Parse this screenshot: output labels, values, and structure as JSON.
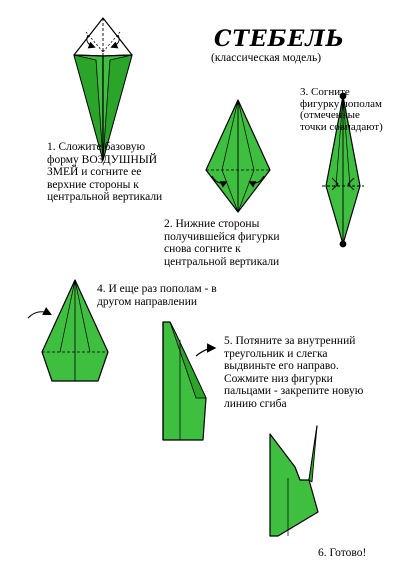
{
  "title": "СТЕБЕЛЬ",
  "subtitle": "(классическая модель)",
  "colors": {
    "paper_green": "#3fbf3f",
    "outline": "#000000",
    "background": "#ffffff"
  },
  "steps": [
    {
      "number": "1.",
      "text": "Сложите базовую\nформу ВОЗДУШНЫЙ\nЗМЕЙ и согните ее\nверхние стороны к\nцентральной вертикали"
    },
    {
      "number": "2.",
      "text": "Нижние стороны\nполучившейся фигурки\nснова согните к\nцентральной вертикали"
    },
    {
      "number": "3.",
      "text": "Согните\nфигурку пополам\n(отмеченные\nточки совпадают)"
    },
    {
      "number": "4.",
      "text": "И еще раз пополам - в\nдругом направлении"
    },
    {
      "number": "5.",
      "text": "Потяните за внутренний\nтреугольник и слегка\nвыдвиньте его направо.\nСожмите низ фигурки\nпальцами - закрепите новую\nлинию сгиба"
    },
    {
      "number": "6.",
      "text": "Готово!"
    }
  ]
}
